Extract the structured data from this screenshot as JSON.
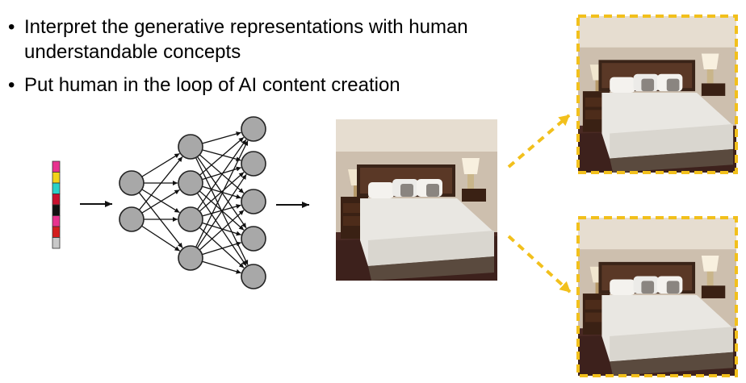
{
  "bullets": [
    {
      "text": "Interpret the generative representations with human understandable concepts"
    },
    {
      "text": "Put human in the loop of AI content creation"
    }
  ],
  "bullet_symbol": "•",
  "latent_code": {
    "segment_colors": [
      "#e8328f",
      "#f2d21a",
      "#2ad1c8",
      "#c8102e",
      "#111111",
      "#e8328f",
      "#d41c1c",
      "#c8c8c8"
    ]
  },
  "network": {
    "node_color": "#a8a8a8",
    "layer_sizes": [
      2,
      4,
      5
    ],
    "edge_color": "#111111"
  },
  "images": {
    "generated_image_name": "bedroom-image",
    "edited_image_names": [
      "edited-bedroom-image-top",
      "edited-bedroom-image-bottom"
    ],
    "frame_color": "#f2c01c"
  }
}
